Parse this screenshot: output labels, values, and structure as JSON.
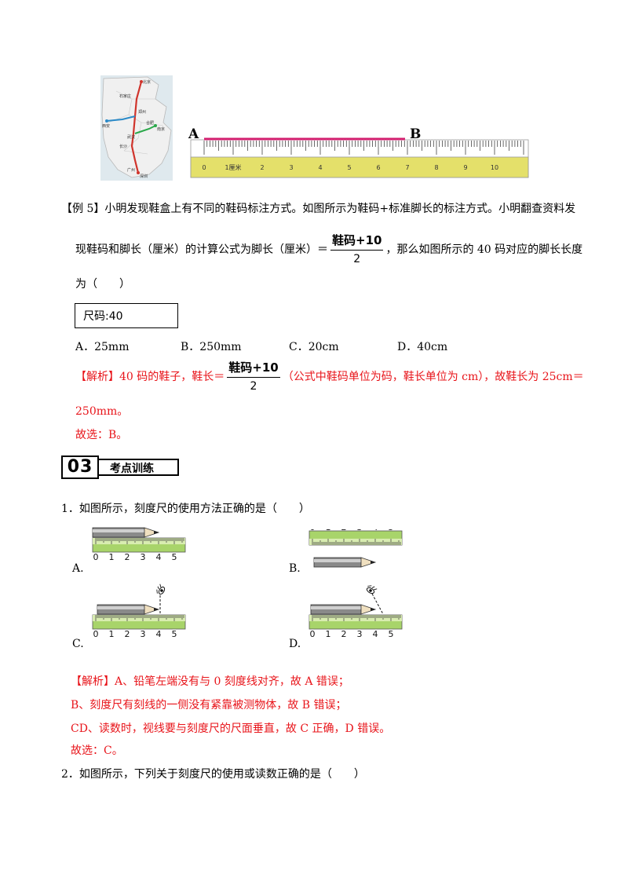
{
  "figure_top": {
    "map_labels": [
      "北京",
      "石家庄",
      "郑州",
      "西安",
      "武汉",
      "合肥",
      "南京",
      "长沙",
      "广州",
      "深圳"
    ],
    "ruler": {
      "point_a": "A",
      "point_b": "B",
      "numbers": [
        "0",
        "1厘米",
        "2",
        "3",
        "4",
        "5",
        "6",
        "7",
        "8",
        "9",
        "10"
      ]
    }
  },
  "example5": {
    "line1": "【例 5】小明发现鞋盒上有不同的鞋码标注方式。如图所示为鞋码+标准脚长的标注方式。小明翻查资料发",
    "line2_pre": "现鞋码和脚长（厘米）的计算公式为脚长（厘米）＝",
    "frac_num": "鞋码+10",
    "frac_den": "2",
    "line2_post": "，那么如图所示的 40 码对应的脚长长度",
    "line3": "为（　　）",
    "box_text": "尺码:40",
    "options": [
      "A．25mm",
      "B．250mm",
      "C．20cm",
      "D．40cm"
    ],
    "analysis_pre": "【解析】40 码的鞋子，鞋长＝",
    "analysis_post": "（公式中鞋码单位为码，鞋长单位为 cm），故鞋长为 25cm＝",
    "analysis_line2": "250mm。",
    "answer": "故选：B。"
  },
  "section": {
    "number": "03",
    "title": "考点训练"
  },
  "q1": {
    "stem": "1．如图所示，刻度尺的使用方法正确的是（　　）",
    "labels": [
      "A.",
      "B.",
      "C.",
      "D."
    ],
    "ruler_numbers": [
      "0",
      "1",
      "2",
      "3",
      "4",
      "5"
    ],
    "analysis": [
      "【解析】A、铅笔左端没有与 0 刻度线对齐，故 A 错误；",
      "B、刻度尺有刻线的一侧没有紧靠被测物体，故 B 错误；",
      "CD、读数时，视线要与刻度尺的尺面垂直，故 C 正确，D 错误。",
      "故选：C。"
    ]
  },
  "q2": {
    "stem": "2．如图所示，下列关于刻度尺的使用或读数正确的是（　　）"
  },
  "colors": {
    "answer_red": "#e8141a",
    "ruler_yellow": "#e4e06a",
    "ruler_green": "#a8d46a",
    "measure_line": "#d21e6e"
  }
}
